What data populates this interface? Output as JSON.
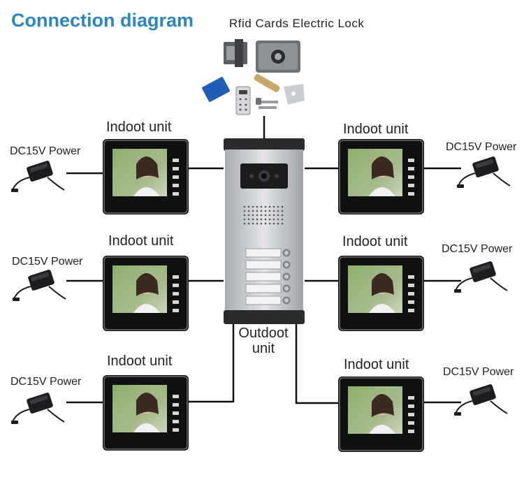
{
  "title": "Connection diagram",
  "lock_title": "Rfid  Cards  Electric  Lock",
  "outdoor_label": "Outdoot unit",
  "indoor_units": [
    {
      "label": "Indoot unit",
      "power_label": "DC15V Power"
    },
    {
      "label": "Indoot unit",
      "power_label": "DC15V Power"
    },
    {
      "label": "Indoot unit",
      "power_label": "DC15V Power"
    },
    {
      "label": "Indoot unit",
      "power_label": "DC15V Power"
    },
    {
      "label": "Indoot unit",
      "power_label": "DC15V Power"
    },
    {
      "label": "Indoot unit",
      "power_label": "DC15V Power"
    }
  ],
  "colors": {
    "title": "#2a86bd",
    "wire": "#111111",
    "panel": "#c9ccd0"
  }
}
